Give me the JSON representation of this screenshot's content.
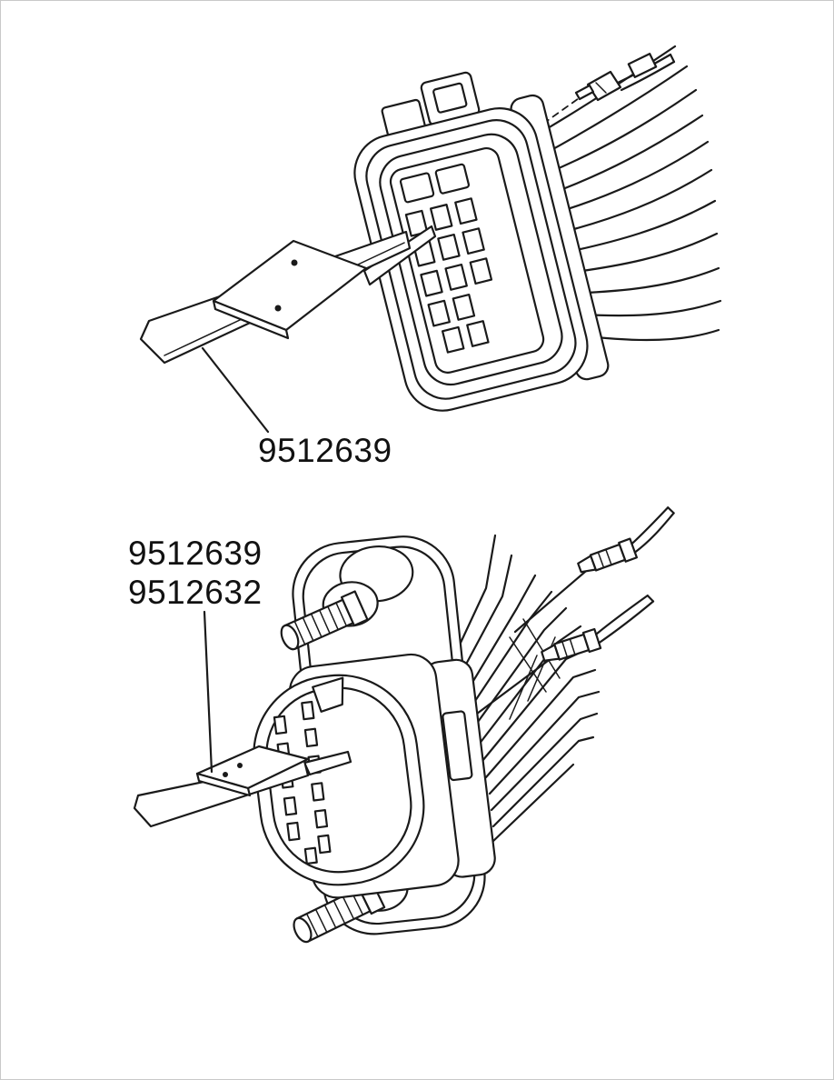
{
  "page": {
    "background": "#ffffff",
    "border_color": "#c9c9c9",
    "line_color": "#1a1a1a",
    "text_color": "#111111"
  },
  "figure_top": {
    "part_label": "9512639"
  },
  "figure_bottom": {
    "part_label_1": "9512639",
    "part_label_2": "9512632"
  }
}
